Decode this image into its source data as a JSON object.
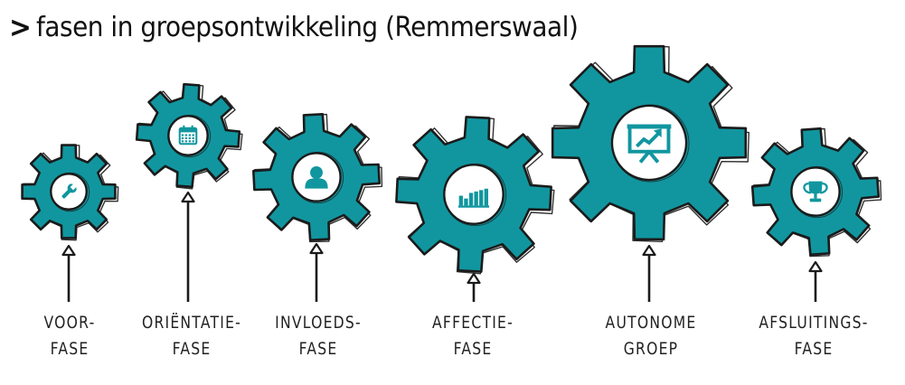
{
  "title": {
    "caret": ">",
    "text": "fasen in groepsontwikkeling (Remmerswaal)"
  },
  "colors": {
    "gear_fill": "#11969f",
    "outline": "#1b1b1b",
    "icon_ring": "#ffffff",
    "text": "#222222"
  },
  "phases": [
    {
      "line1": "VOOR-",
      "line2": "FASE",
      "icon": "wrench-icon"
    },
    {
      "line1": "ORIËNTATIE-",
      "line2": "FASE",
      "icon": "calendar-icon"
    },
    {
      "line1": "INVLOEDS-",
      "line2": "FASE",
      "icon": "person-icon"
    },
    {
      "line1": "AFFECTIE-",
      "line2": "FASE",
      "icon": "bar-chart-icon"
    },
    {
      "line1": "AUTONOME",
      "line2": "GROEP",
      "icon": "presentation-chart-icon"
    },
    {
      "line1": "AFSLUITINGS-",
      "line2": "FASE",
      "icon": "trophy-icon"
    }
  ]
}
